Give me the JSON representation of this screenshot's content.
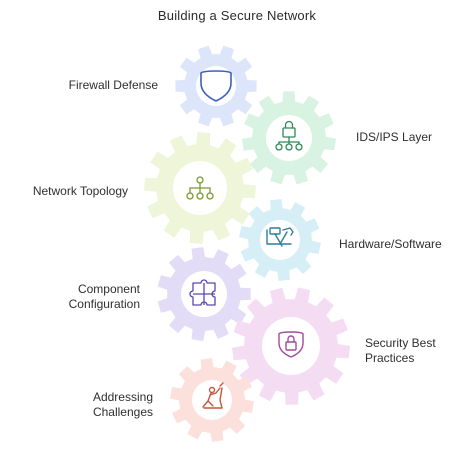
{
  "title": "Building a Secure Network",
  "steps": [
    {
      "label": "Firewall Defense",
      "icon": "shield-icon",
      "color": "#dde5fb",
      "stroke": "#3f5fc0"
    },
    {
      "label": "IDS/IPS Layer",
      "icon": "network-lock-icon",
      "color": "#d8f3e1",
      "stroke": "#2f8a55"
    },
    {
      "label": "Network Topology",
      "icon": "hierarchy-icon",
      "color": "#eef5d8",
      "stroke": "#7a9a2c"
    },
    {
      "label": "Hardware/Software",
      "icon": "tools-icon",
      "color": "#d6eff6",
      "stroke": "#2f7f9a"
    },
    {
      "label": "Component Configuration",
      "icon": "puzzle-icon",
      "color": "#e3dcf7",
      "stroke": "#5b46b0"
    },
    {
      "label": "Security Best Practices",
      "icon": "lock-icon",
      "color": "#f4dcf3",
      "stroke": "#a24aa0"
    },
    {
      "label": "Addressing Challenges",
      "icon": "climber-icon",
      "color": "#fbe0dc",
      "stroke": "#c2573f"
    }
  ]
}
